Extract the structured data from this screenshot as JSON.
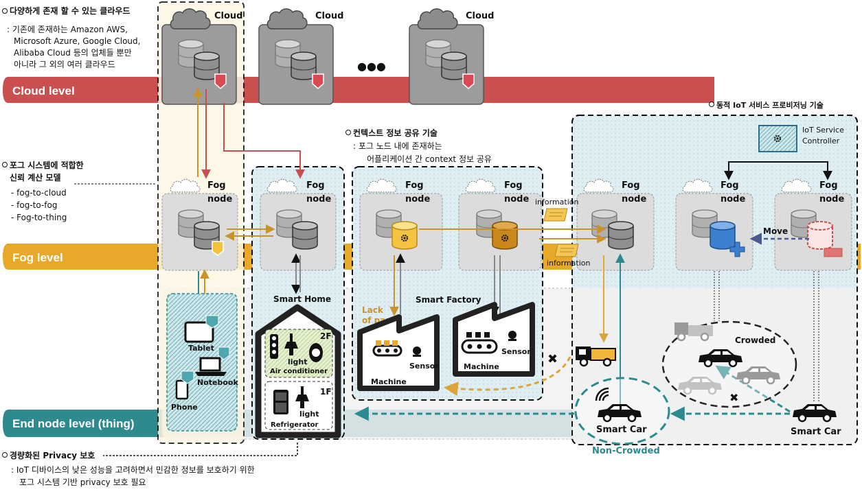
{
  "levels": {
    "cloud": "Cloud level",
    "fog": "Fog level",
    "end": "End node level (thing)"
  },
  "colors": {
    "cloud_band": "#c9504f",
    "fog_band": "#e8a92a",
    "end_band": "#2f8a8e",
    "tech_link": "#c9932a",
    "teal_link": "#2b8a90",
    "red_link": "#c9504f"
  },
  "clouds": {
    "label": "Cloud",
    "ellipsis": "●●●"
  },
  "fog": {
    "title": "Fog",
    "subtitle": "node"
  },
  "annotations": {
    "cloud_note_title": "다양하게 존재 할 수 있는 클라우드",
    "cloud_note_lines": [
      ": 기존에 존재하는 Amazon AWS,",
      "Microsoft Azure, Google Cloud,",
      "Alibaba Cloud 등의 업체들 뿐만",
      "아니라 그 외의 여러 클라우드"
    ],
    "trust_title_1": "포그 시스템에 적합한",
    "trust_title_2": "신뢰 계산 모델",
    "trust_items": [
      "- fog-to-cloud",
      "- fog-to-fog",
      "- Fog-to-thing"
    ],
    "context_title": "컨텍스트 정보 공유 기술",
    "context_lines": [
      ": 포그 노드 내에 존재하는",
      "어플리케이션 간 context 정보 공유"
    ],
    "dynamic_title": "동적 IoT 서비스 프로비저닝 기술",
    "privacy_title": "경량화된 Privacy 보호",
    "privacy_lines": [
      ": IoT 디바이스의 낮은 성능을 고려하면서 민감한 정보를 보호하기 위한",
      "포그 시스템 기반 privacy 보호 필요"
    ]
  },
  "devices": {
    "tablet": "Tablet",
    "notebook": "Notebook",
    "phone": "Phone"
  },
  "home": {
    "title": "Smart Home",
    "floor2": "2F",
    "floor1": "1F",
    "light": "light",
    "air_conditioner": "Air conditioner",
    "refrigerator": "Refrigerator"
  },
  "factory": {
    "title": "Smart Factory",
    "lack_1": "Lack",
    "lack_2": "of parts",
    "machine": "Machine",
    "sensor": "Sensor"
  },
  "provisioning": {
    "controller_1": "IoT Service",
    "controller_2": "Controller",
    "information": "information",
    "move": "Move",
    "crowded": "Crowded",
    "non_crowded": "Non-Crowded",
    "smart_car": "Smart Car",
    "cross": "✖"
  }
}
